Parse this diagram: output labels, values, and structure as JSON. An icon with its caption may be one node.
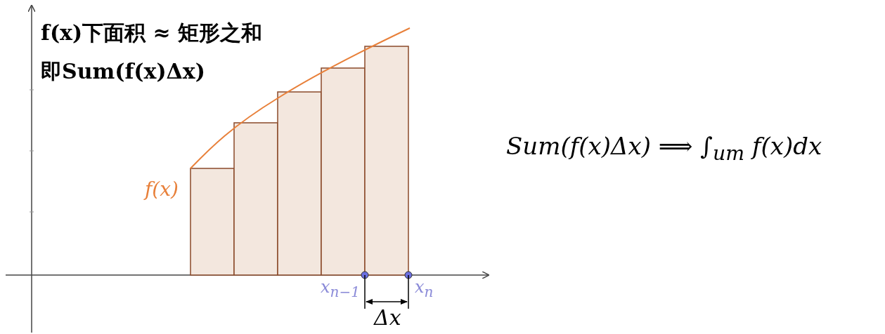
{
  "diagram": {
    "labels": [
      "f(x)下面积 ≈ 矩形之和",
      "即Sum(f(x)Δx)",
      "f(x)",
      "x$_{n−1}$",
      "x$_{n}$",
      "Δx",
      "Sum(f(x)Δx) ⟹ ∫$_{um}$ f(x)dx"
    ]
  }
}
